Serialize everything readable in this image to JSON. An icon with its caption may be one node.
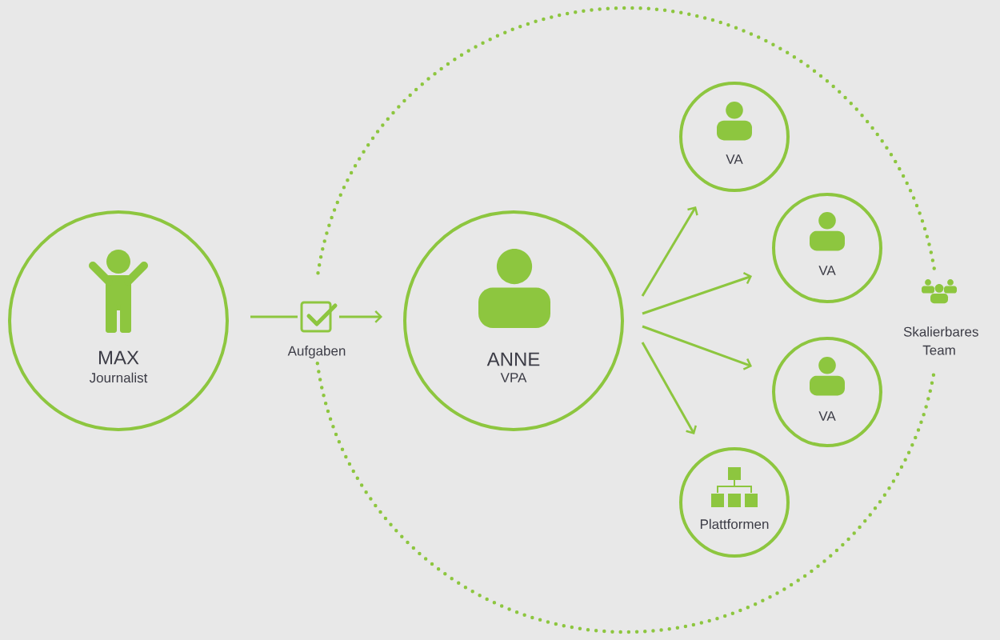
{
  "diagram": {
    "nodes": [
      {
        "text": [
          "Skalierbares Team"
        ]
      },
      {
        "text": [
          "MAX",
          "Journalist"
        ]
      },
      {
        "text": [
          "Aufgaben"
        ]
      },
      {
        "text": [
          "ANNE",
          "VPA"
        ],
        "in": 0
      },
      {
        "text": [
          "VA"
        ],
        "in": 0
      },
      {
        "text": [
          "VA"
        ],
        "in": 0
      },
      {
        "text": [
          "VA"
        ],
        "in": 0
      },
      {
        "text": [
          "Plattformen"
        ],
        "in": 0
      }
    ],
    "edges": [
      {
        "from": 1,
        "to": 2,
        "arrow": "none"
      },
      {
        "from": 2,
        "to": 3,
        "arrow": "to"
      },
      {
        "from": 3,
        "to": 4,
        "arrow": "to"
      },
      {
        "from": 3,
        "to": 5,
        "arrow": "to"
      },
      {
        "from": 3,
        "to": 6,
        "arrow": "to"
      },
      {
        "from": 3,
        "to": 7,
        "arrow": "to"
      }
    ]
  }
}
